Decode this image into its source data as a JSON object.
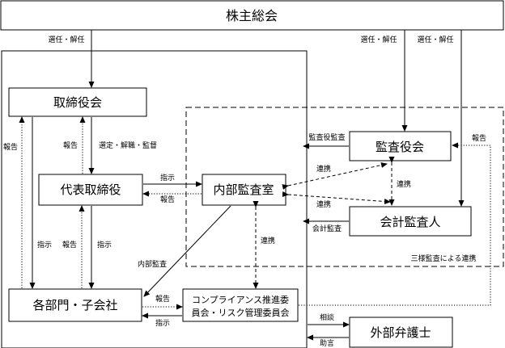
{
  "nodes": {
    "shareholders": "株主総会",
    "board": "取締役会",
    "representative": "代表取締役",
    "internal_audit": "内部監査室",
    "auditors_board": "監査役会",
    "accounting_auditor": "会計監査人",
    "divisions": "各部門・子会社",
    "compliance_line1": "コンプライアンス推進委",
    "compliance_line2": "員会・リスク管理委員会",
    "lawyer": "外部弁護士"
  },
  "labels": {
    "elect_dismiss": "選任・解任",
    "report": "報告",
    "appoint_supervise": "選定・解職・監督",
    "instruct": "指示",
    "auditor_audit": "監査役監査",
    "cooperate": "連携",
    "accounting_audit": "会計監査",
    "three_way": "三様監査による連携",
    "internal_audit_flow": "内部監査",
    "consult": "相談",
    "advice": "助言"
  }
}
